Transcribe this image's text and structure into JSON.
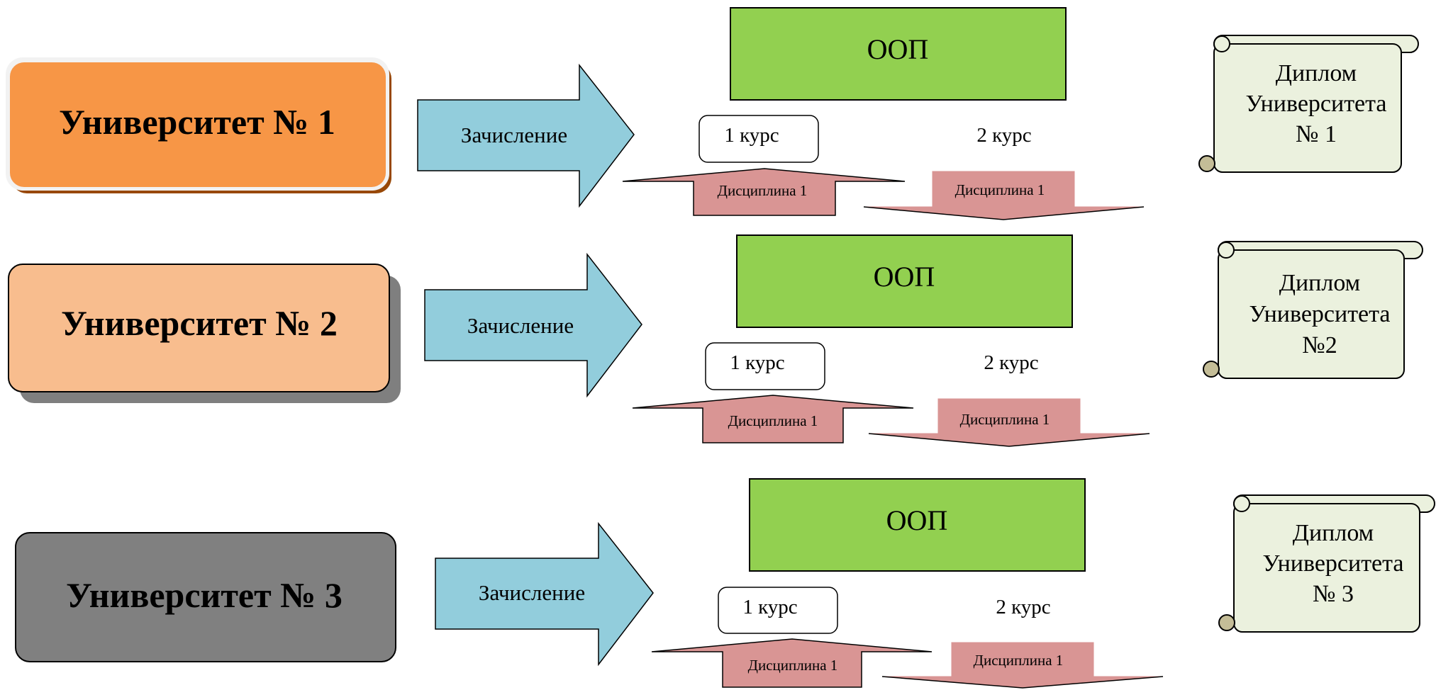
{
  "rows": [
    {
      "university": "Университет № 1",
      "enrollment": "Зачисление",
      "program": "ООП",
      "course1": "1 курс",
      "course2": "2 курс",
      "discipline_up": "Дисциплина 1",
      "discipline_down": "Дисциплина 1",
      "diploma_lines": [
        "Диплом",
        "Университета",
        "№ 1"
      ]
    },
    {
      "university": "Университет № 2",
      "enrollment": "Зачисление",
      "program": "ООП",
      "course1": "1 курс",
      "course2": "2 курс",
      "discipline_up": "Дисциплина 1",
      "discipline_down": "Дисциплина 1",
      "diploma_lines": [
        "Диплом",
        "Университета",
        "№2"
      ]
    },
    {
      "university": "Университет № 3",
      "enrollment": "Зачисление",
      "program": "ООП",
      "course1": "1 курс",
      "course2": "2 курс",
      "discipline_up": "Дисциплина 1",
      "discipline_down": "Дисциплина 1",
      "diploma_lines": [
        "Диплом",
        "Университета",
        "№ 3"
      ]
    }
  ],
  "colors": {
    "university_1": "#F79646",
    "university_2": "#F8BD8E",
    "university_3": "#808080",
    "enrollment_arrow": "#92CDDC",
    "program_box": "#92D050",
    "discipline_arrow": "#D99594",
    "diploma_scroll": "#EBF1DE",
    "outline": "#000000"
  }
}
